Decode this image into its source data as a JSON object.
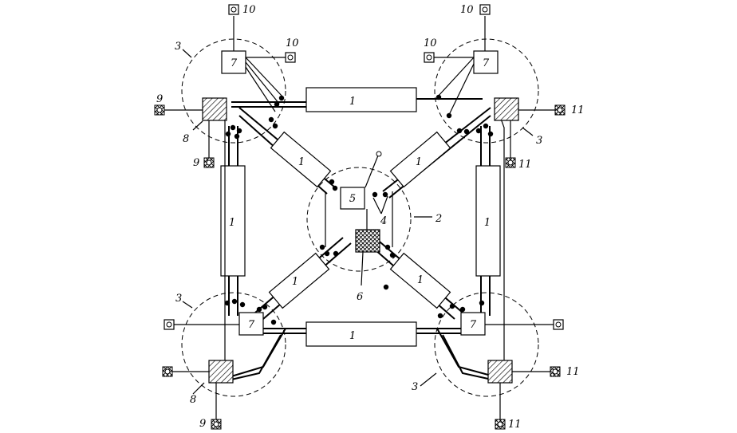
{
  "labels": {
    "tube": "1",
    "zone_center": "2",
    "zone_corner": "3",
    "link": "4",
    "unit5": "5",
    "unit6": "6",
    "unit7": "7",
    "unit8": "8",
    "port9": "9",
    "port10": "10",
    "port11": "11"
  }
}
